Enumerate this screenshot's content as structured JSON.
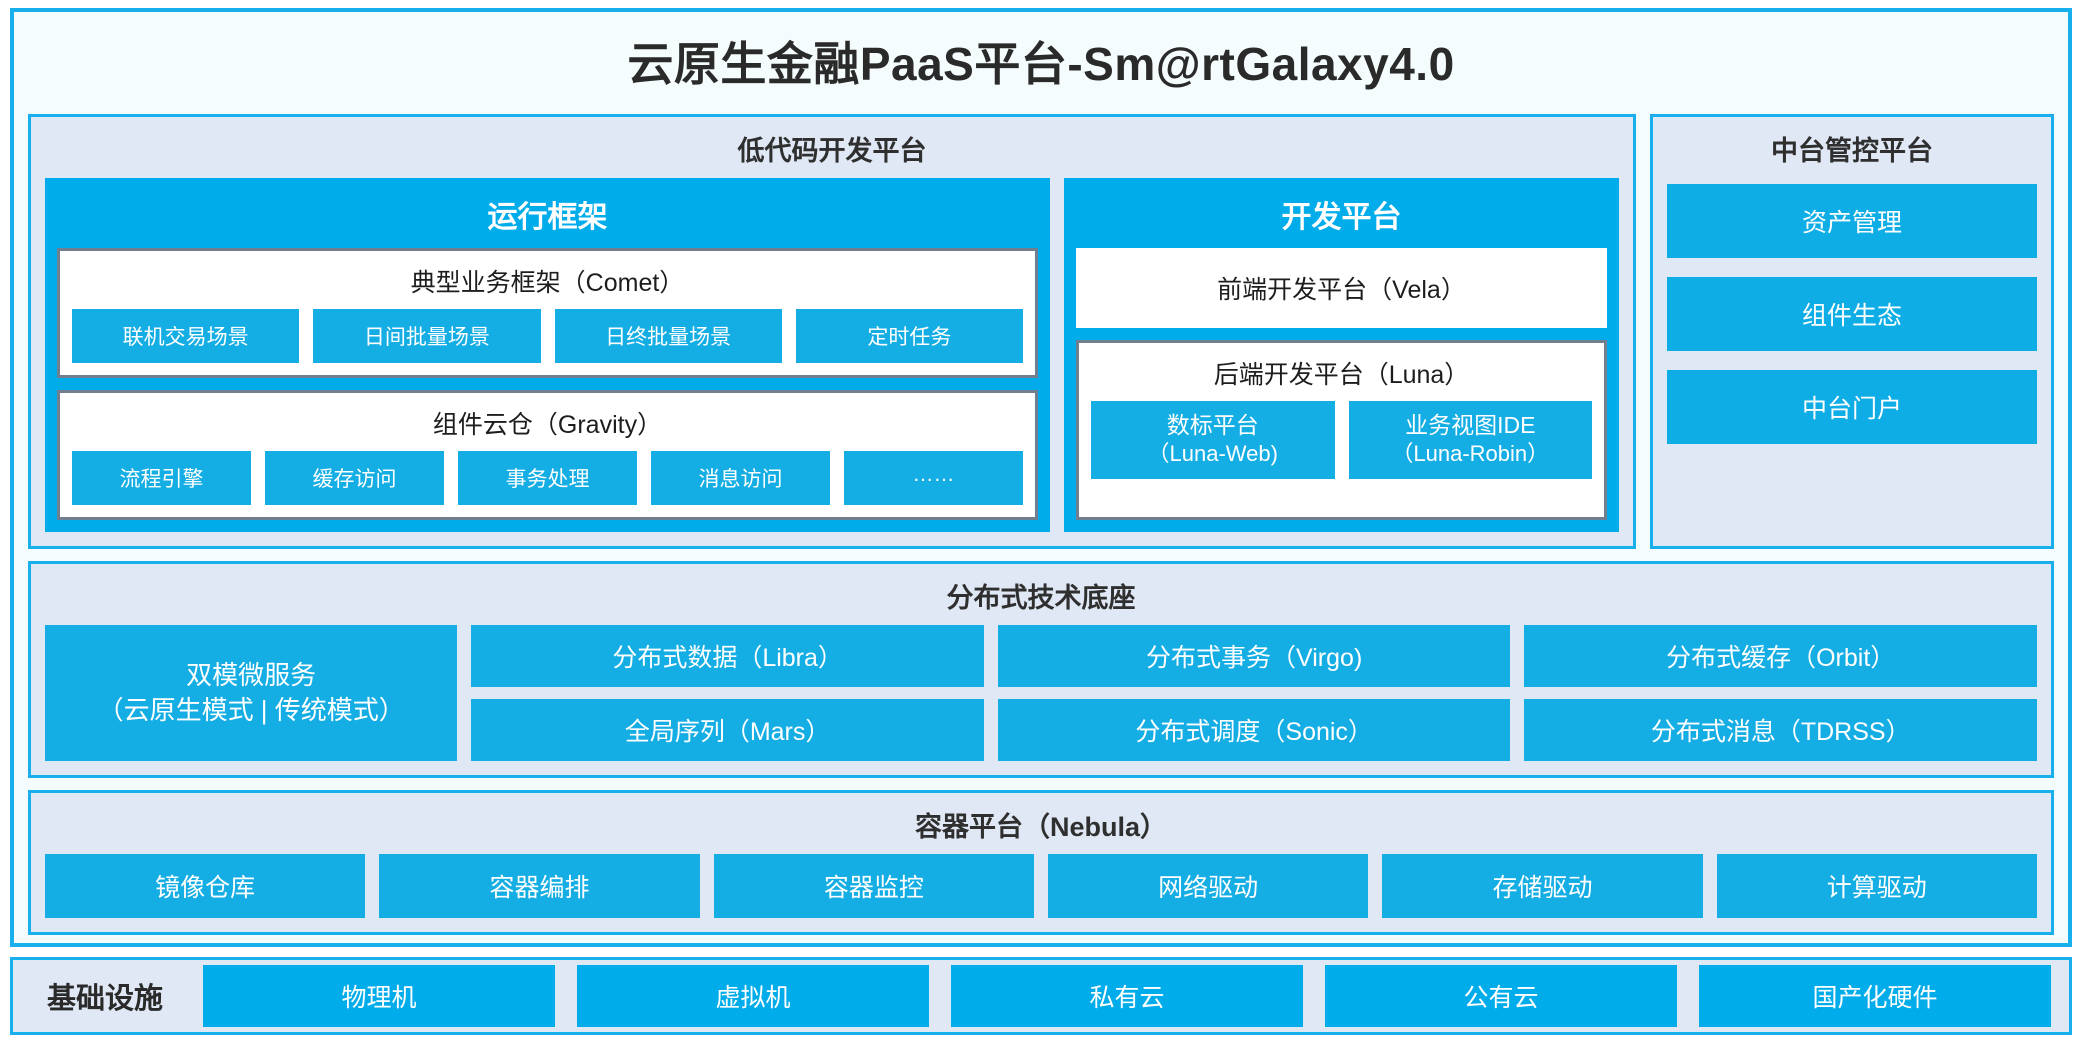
{
  "suite": {
    "title": "云原生金融PaaS平台-Sm@rtGalaxy4.0"
  },
  "colors": {
    "accent_blue": "#00ace9",
    "chip_blue": "#14ade4",
    "panel_bg": "#dfe8f4",
    "frame_border": "#17b0ed",
    "box_border": "#717e8f",
    "frame_bg": "#f5fcfd",
    "text_dark": "#2a2a2a",
    "text_light": "#ffffff"
  },
  "lowcode": {
    "title": "低代码开发平台",
    "runtime": {
      "title": "运行框架",
      "comet": {
        "title": "典型业务框架（Comet）",
        "chips": [
          "联机交易场景",
          "日间批量场景",
          "日终批量场景",
          "定时任务"
        ]
      },
      "gravity": {
        "title": "组件云仓（Gravity）",
        "chips": [
          "流程引擎",
          "缓存访问",
          "事务处理",
          "消息访问",
          "……"
        ]
      }
    },
    "devplatform": {
      "title": "开发平台",
      "vela": "前端开发平台（Vela）",
      "luna": {
        "title": "后端开发平台（Luna）",
        "chips": [
          {
            "name": "数标平台",
            "code": "（Luna-Web)"
          },
          {
            "name": "业务视图IDE",
            "code": "（Luna-Robin）"
          }
        ]
      }
    }
  },
  "midplatform": {
    "title": "中台管控平台",
    "chips": [
      "资产管理",
      "组件生态",
      "中台门户"
    ]
  },
  "distbase": {
    "title": "分布式技术底座",
    "microservice": {
      "line1": "双模微服务",
      "line2": "（云原生模式 | 传统模式）"
    },
    "columns": [
      {
        "top": "分布式数据（Libra）",
        "bottom": "全局序列（Mars）"
      },
      {
        "top": "分布式事务（Virgo)",
        "bottom": "分布式调度（Sonic）"
      },
      {
        "top": "分布式缓存（Orbit）",
        "bottom": "分布式消息（TDRSS）"
      }
    ]
  },
  "containerplatform": {
    "title": "容器平台（Nebula）",
    "chips": [
      "镜像仓库",
      "容器编排",
      "容器监控",
      "网络驱动",
      "存储驱动",
      "计算驱动"
    ]
  },
  "infrastructure": {
    "label": "基础设施",
    "chips": [
      "物理机",
      "虚拟机",
      "私有云",
      "公有云",
      "国产化硬件"
    ]
  }
}
